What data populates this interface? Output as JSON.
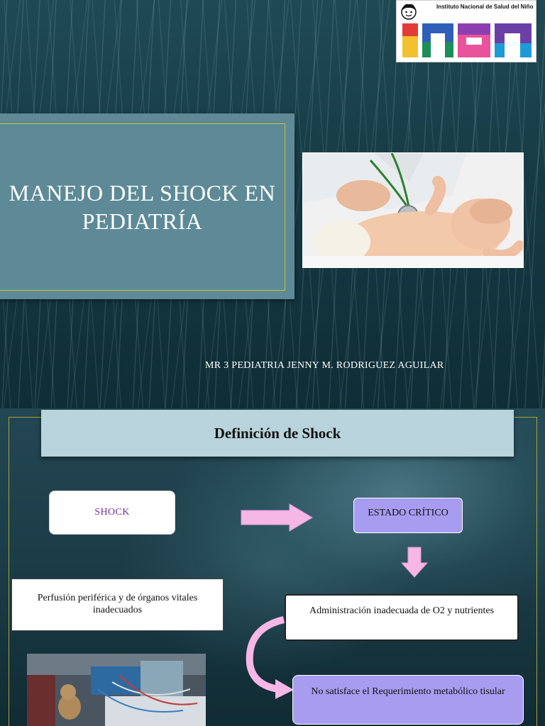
{
  "slide1": {
    "logo": {
      "caption": "Instituto Nacional de Salud del Niño",
      "mark": "insn"
    },
    "title": "MANEJO DEL SHOCK EN PEDIATRÍA",
    "author": "MR 3 PEDIATRIA JENNY M. RODRIGUEZ AGUILAR"
  },
  "slide2": {
    "header": "Definición de Shock",
    "boxes": {
      "shock": "SHOCK",
      "estado_critico": "ESTADO CRÍTICO",
      "perfusion": "Perfusión periférica y de órganos vitales inadecuados",
      "administracion": "Administración inadecuada de O2 y nutrientes",
      "no_satisface": "No satisface el Requerimiento metabólico tisular"
    }
  },
  "colors": {
    "background_dark": "#163a44",
    "title_box": "#5d8a96",
    "frame_gold": "#c9c23a",
    "header_box": "#b9d4dc",
    "lavender_box": "#a89cf0",
    "arrow_pink": "#f6b6e6",
    "shock_text": "#7030a0"
  }
}
